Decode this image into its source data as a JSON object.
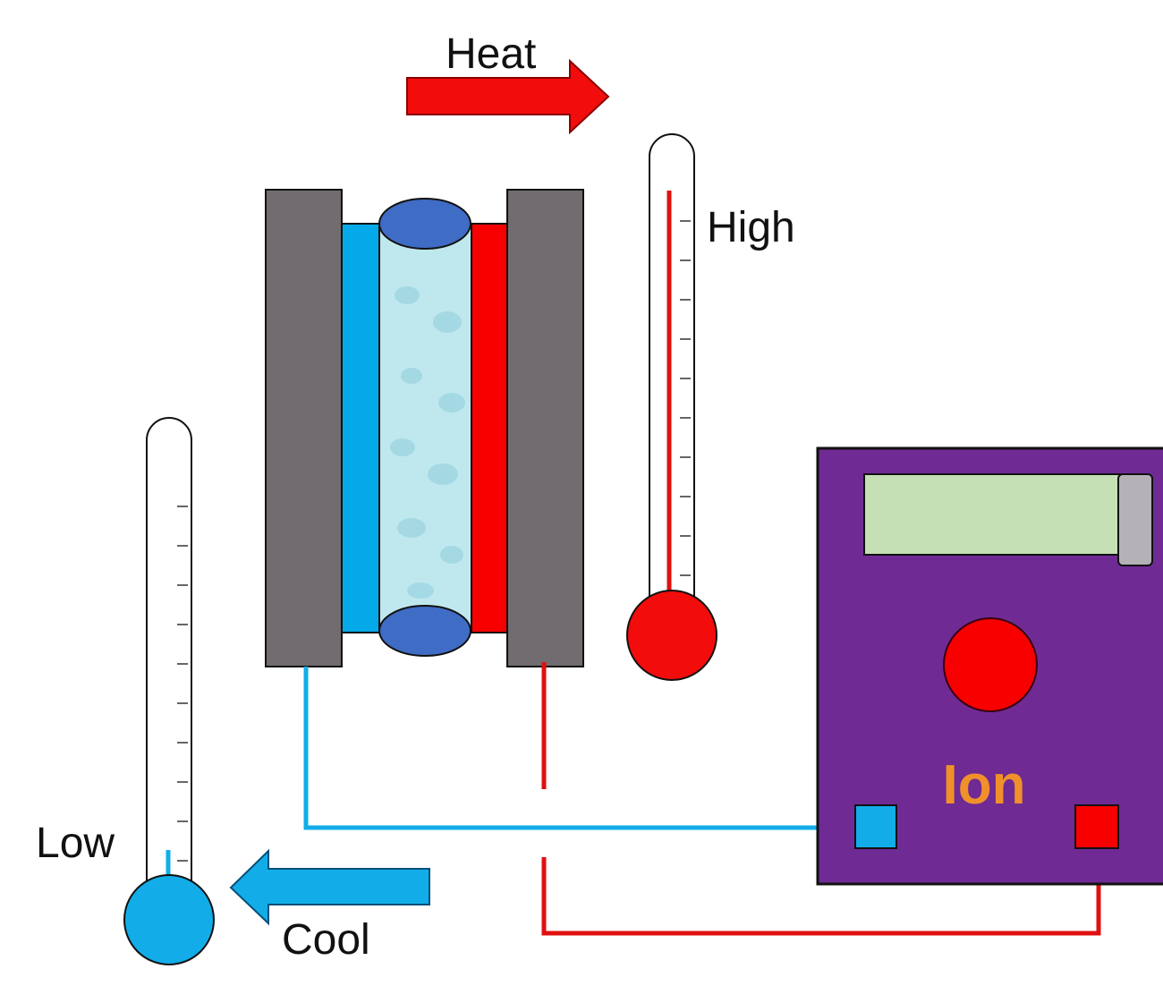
{
  "labels": {
    "heat": "Heat",
    "high": "High",
    "low": "Low",
    "cool": "Cool",
    "device": "Ion"
  },
  "colors": {
    "hot": "#f20c0c",
    "cold": "#12ade8",
    "plate": "#716c6f",
    "device": "#6f2a94",
    "display": "#c4e0b4",
    "device_label": "#f0902a",
    "cylinder_cap": "#3f6cc4",
    "cylinder_body": "#bfe8ee"
  }
}
